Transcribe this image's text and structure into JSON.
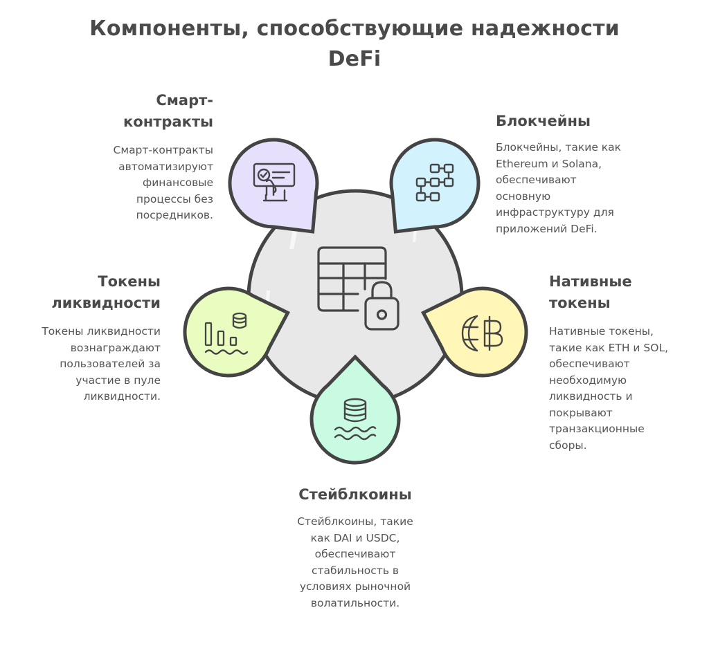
{
  "title": {
    "line1": "Компоненты, способствующие надежности",
    "line2": "DeFi"
  },
  "center": {
    "icon": "table-lock-icon",
    "fill": "#e8e8e8"
  },
  "components": [
    {
      "id": "smart-contracts",
      "heading_line1": "Смарт-",
      "heading_line2": "контракты",
      "description": [
        "Смарт-контракты",
        "автоматизируют",
        "финансовые",
        "процессы без",
        "посредников."
      ],
      "icon": "smart-contract-approval-icon",
      "color": "#e6e0fd"
    },
    {
      "id": "blockchains",
      "heading_line1": "Блокчейны",
      "heading_line2": "",
      "description": [
        "Блокчейны, такие как",
        "Ethereum и Solana,",
        "обеспечивают",
        "основную",
        "инфраструктуру для",
        "приложений DeFi."
      ],
      "icon": "blockchain-network-icon",
      "color": "#d2f2fd"
    },
    {
      "id": "native-tokens",
      "heading_line1": "Нативные",
      "heading_line2": "токены",
      "description": [
        "Нативные токены,",
        "такие как ETH и SOL,",
        "обеспечивают",
        "необходимую",
        "ликвидность и",
        "покрывают",
        "транзакционные",
        "сборы."
      ],
      "icon": "globe-baht-currency-icon",
      "color": "#fff6b8"
    },
    {
      "id": "stablecoins",
      "heading_line1": "Стейблкоины",
      "heading_line2": "",
      "description": [
        "Стейблкоины, такие",
        "как DAI и USDC,",
        "обеспечивают",
        "стабильность в",
        "условиях рыночной",
        "волатильности."
      ],
      "icon": "database-waves-icon",
      "color": "#c8fbe1"
    },
    {
      "id": "liquidity-tokens",
      "heading_line1": "Токены",
      "heading_line2": "ликвидности",
      "description": [
        "Токены ликвидности",
        "вознаграждают",
        "пользователей за",
        "участие в пуле",
        "ликвидности."
      ],
      "icon": "liquidity-pool-chart-icon",
      "color": "#e9fdc0"
    }
  ],
  "stroke_color": "#444444"
}
